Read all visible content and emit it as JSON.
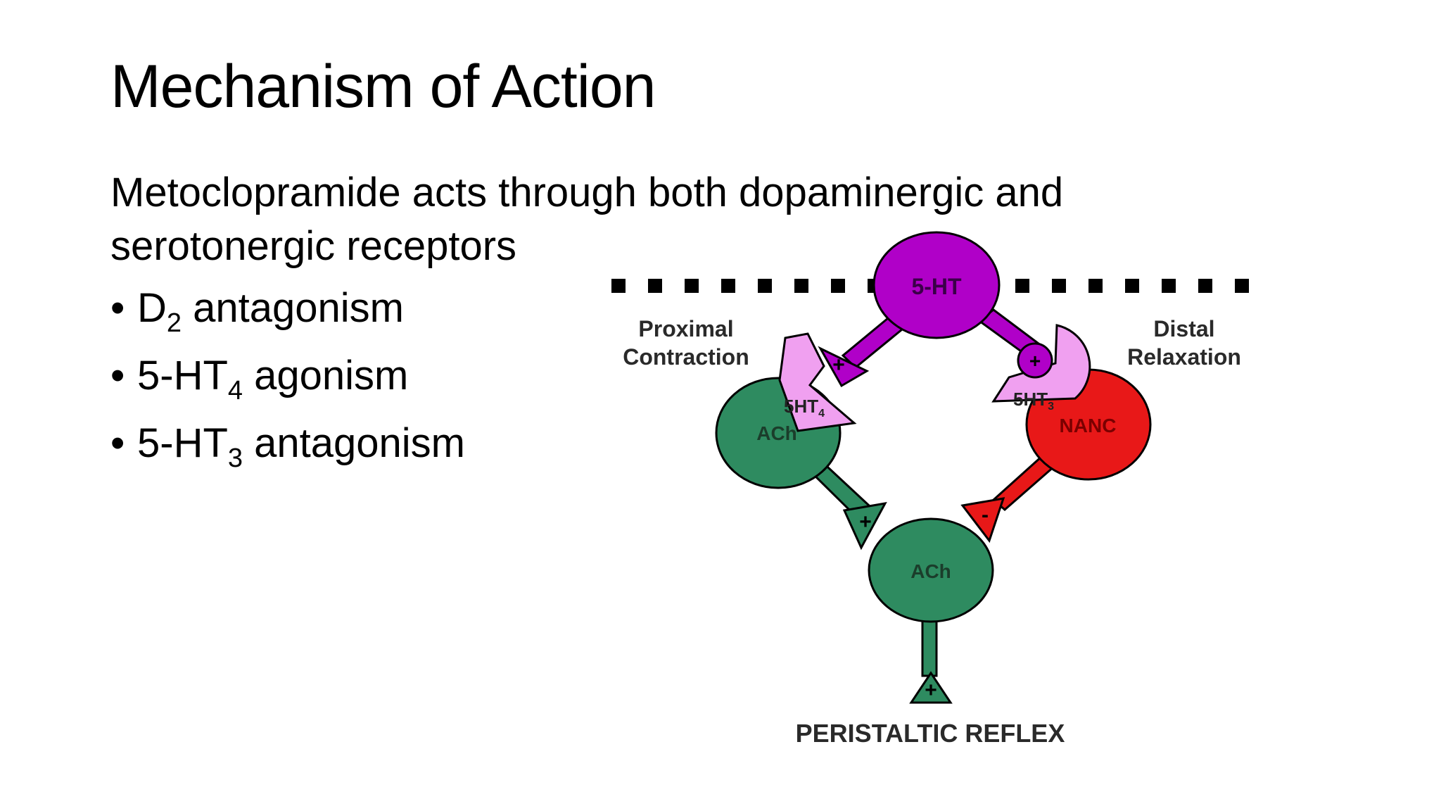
{
  "slide": {
    "title": "Mechanism of Action",
    "intro": "Metoclopramide acts through both dopaminergic and serotonergic receptors",
    "bullets": [
      {
        "main": "D",
        "sub": "2",
        "rest": " antagonism"
      },
      {
        "main": "5-HT",
        "sub": "4",
        "rest": " agonism"
      },
      {
        "main": "5-HT",
        "sub": "3",
        "rest": " antagonism"
      }
    ],
    "bullet_glyph": "•"
  },
  "diagram": {
    "serotonin_node": "5-HT",
    "left_label_line1": "Proximal",
    "left_label_line2": "Contraction",
    "right_label_line1": "Distal",
    "right_label_line2": "Relaxation",
    "receptor_left_main": "5HT",
    "receptor_left_sub": "4",
    "receptor_right_main": "5HT",
    "receptor_right_sub": "3",
    "ach_left": "ACh",
    "ach_bottom": "ACh",
    "nanc": "NANC",
    "plus": "+",
    "minus": "-",
    "output_label": "PERISTALTIC REFLEX",
    "colors": {
      "serotonin": "#b000c8",
      "receptor": "#f0a0f0",
      "cholinergic": "#2e8b60",
      "nanc": "#e81818",
      "barrier": "#000000"
    }
  }
}
